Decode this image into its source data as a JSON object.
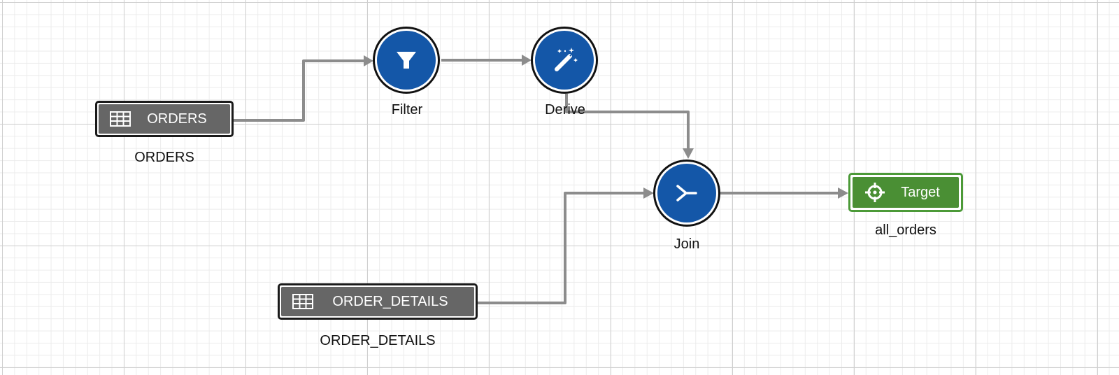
{
  "nodes": {
    "orders": {
      "label": "ORDERS",
      "caption": "ORDERS",
      "icon": "table-icon"
    },
    "order_details": {
      "label": "ORDER_DETAILS",
      "caption": "ORDER_DETAILS",
      "icon": "table-icon"
    },
    "filter": {
      "caption": "Filter",
      "icon": "filter-icon"
    },
    "derive": {
      "caption": "Derive",
      "icon": "magic-wand-icon"
    },
    "join": {
      "caption": "Join",
      "icon": "join-icon"
    },
    "target": {
      "label": "Target",
      "caption": "all_orders",
      "icon": "crosshair-icon"
    }
  },
  "edges": [
    {
      "from": "orders",
      "to": "filter"
    },
    {
      "from": "filter",
      "to": "derive"
    },
    {
      "from": "derive",
      "to": "join"
    },
    {
      "from": "order_details",
      "to": "join"
    },
    {
      "from": "join",
      "to": "target"
    }
  ],
  "colors": {
    "source_fill": "#666666",
    "operator_fill": "#1457a8",
    "target_fill": "#4a8f34",
    "target_border": "#4c9a38",
    "edge": "#8c8c8c"
  }
}
